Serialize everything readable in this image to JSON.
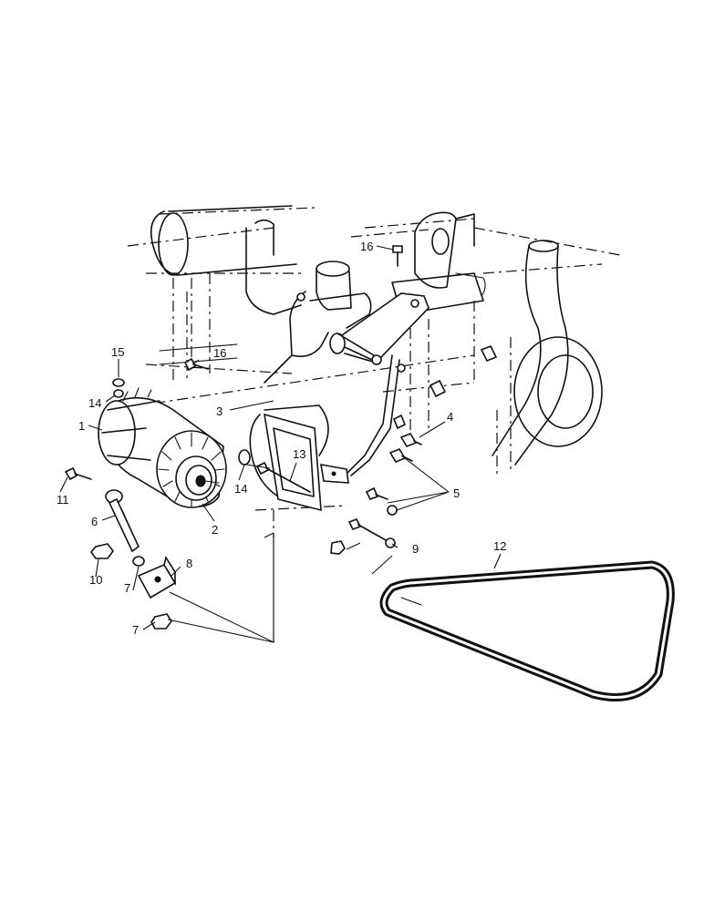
{
  "figure": {
    "callouts": [
      {
        "id": "c1",
        "text": "1"
      },
      {
        "id": "c2",
        "text": "2"
      },
      {
        "id": "c3",
        "text": "3"
      },
      {
        "id": "c4",
        "text": "4"
      },
      {
        "id": "c5",
        "text": "5"
      },
      {
        "id": "c6",
        "text": "6"
      },
      {
        "id": "c7a",
        "text": "7"
      },
      {
        "id": "c7b",
        "text": "7"
      },
      {
        "id": "c8",
        "text": "8"
      },
      {
        "id": "c9",
        "text": "9"
      },
      {
        "id": "c10",
        "text": "10"
      },
      {
        "id": "c11",
        "text": "11"
      },
      {
        "id": "c12",
        "text": "12"
      },
      {
        "id": "c13",
        "text": "13"
      },
      {
        "id": "c14a",
        "text": "14"
      },
      {
        "id": "c14b",
        "text": "14"
      },
      {
        "id": "c15",
        "text": "15"
      },
      {
        "id": "c16a",
        "text": "16"
      },
      {
        "id": "c16b",
        "text": "16"
      }
    ]
  }
}
